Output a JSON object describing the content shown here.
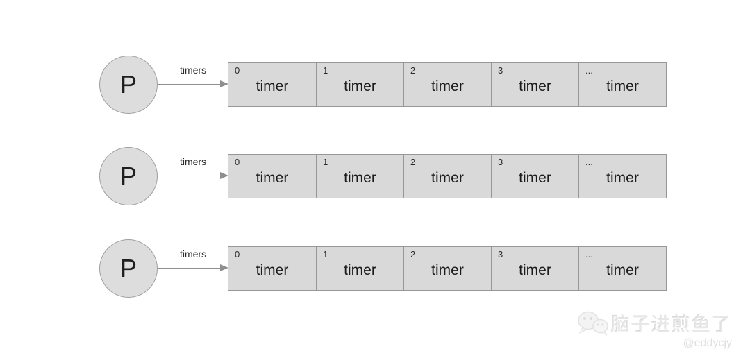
{
  "diagram": {
    "rows": [
      {
        "node_label": "P",
        "arrow_label": "timers",
        "cells": [
          {
            "index": "0",
            "label": "timer"
          },
          {
            "index": "1",
            "label": "timer"
          },
          {
            "index": "2",
            "label": "timer"
          },
          {
            "index": "3",
            "label": "timer"
          },
          {
            "index": "...",
            "label": "timer"
          }
        ]
      },
      {
        "node_label": "P",
        "arrow_label": "timers",
        "cells": [
          {
            "index": "0",
            "label": "timer"
          },
          {
            "index": "1",
            "label": "timer"
          },
          {
            "index": "2",
            "label": "timer"
          },
          {
            "index": "3",
            "label": "timer"
          },
          {
            "index": "...",
            "label": "timer"
          }
        ]
      },
      {
        "node_label": "P",
        "arrow_label": "timers",
        "cells": [
          {
            "index": "0",
            "label": "timer"
          },
          {
            "index": "1",
            "label": "timer"
          },
          {
            "index": "2",
            "label": "timer"
          },
          {
            "index": "3",
            "label": "timer"
          },
          {
            "index": "...",
            "label": "timer"
          }
        ]
      }
    ]
  },
  "watermark": {
    "brand": "脑子进煎鱼了",
    "handle": "@eddycjy",
    "icon": "wechat-icon"
  },
  "colors": {
    "background": "#ffffff",
    "slot_fill": "#d9d9d9",
    "slot_border": "#979797",
    "node_fill": "#dddddd",
    "node_border": "#9f9f9f",
    "arrow": "#8f8f8f",
    "text": "#1f1f1f",
    "watermark_text": "#e7e7e7"
  }
}
